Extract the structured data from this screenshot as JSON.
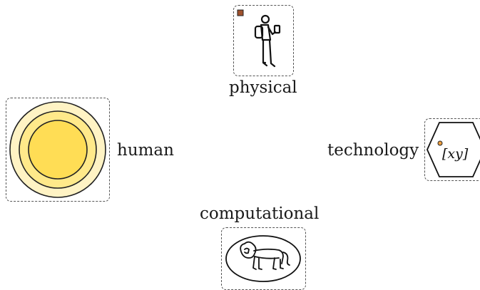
{
  "nodes": {
    "physical": {
      "label": "physical",
      "icon": "hiker-with-backpack-icon",
      "marker_color": "#a0522d"
    },
    "human": {
      "label": "human",
      "icon": "concentric-circles-icon",
      "colors": {
        "outer": "#fff3c4",
        "middle": "#ffe98a",
        "inner": "#ffdd55"
      }
    },
    "technology": {
      "label": "technology",
      "icon": "hexagon-icon",
      "text": "[xy]",
      "marker_color": "#f0a040"
    },
    "computational": {
      "label": "computational",
      "icon": "lion-in-ellipse-icon"
    }
  }
}
